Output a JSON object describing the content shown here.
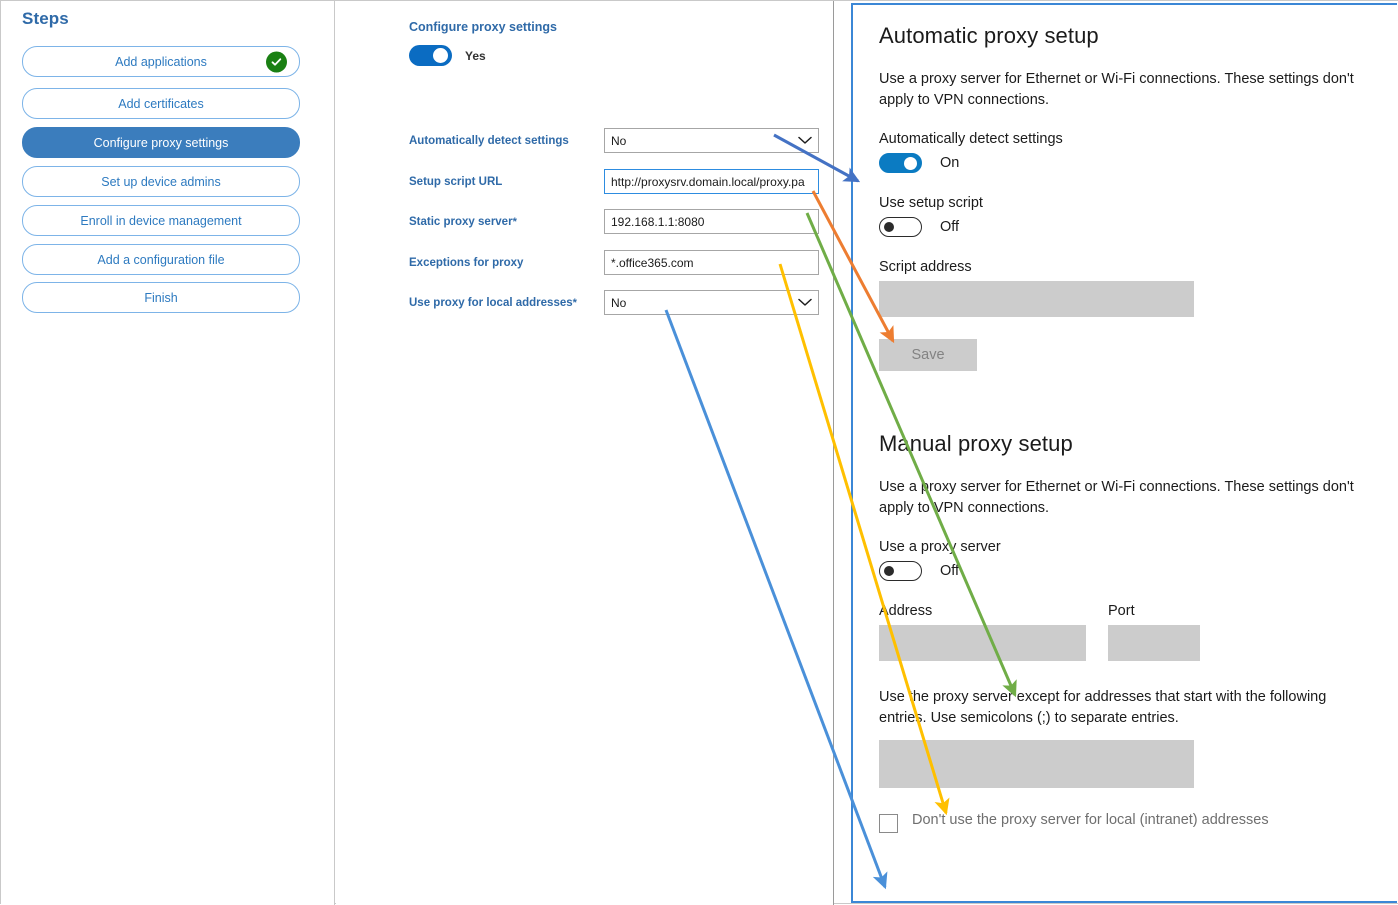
{
  "steps_panel": {
    "title": "Steps",
    "items": [
      {
        "label": "Add applications",
        "state": "completed",
        "icon": "check-circle-icon"
      },
      {
        "label": "Add certificates",
        "state": "default"
      },
      {
        "label": "Configure proxy settings",
        "state": "active"
      },
      {
        "label": "Set up device admins",
        "state": "default"
      },
      {
        "label": "Enroll in device management",
        "state": "default"
      },
      {
        "label": "Add a configuration file",
        "state": "default"
      },
      {
        "label": "Finish",
        "state": "default"
      }
    ]
  },
  "form": {
    "heading": "Configure proxy settings",
    "master_toggle": {
      "value": "Yes",
      "on": true
    },
    "fields": [
      {
        "label": "Automatically detect settings",
        "required": false,
        "type": "select",
        "value": "No",
        "icon": "chevron-down-icon"
      },
      {
        "label": "Setup script URL",
        "required": false,
        "type": "text",
        "value": "http://proxysrv.domain.local/proxy.pa",
        "focused": true
      },
      {
        "label": "Static proxy server",
        "required": true,
        "type": "text",
        "value": "192.168.1.1:8080"
      },
      {
        "label": "Exceptions for proxy",
        "required": false,
        "type": "text",
        "value": "*.office365.com"
      },
      {
        "label": "Use proxy for local addresses",
        "required": true,
        "type": "select",
        "value": "No",
        "icon": "chevron-down-icon"
      }
    ]
  },
  "windows_settings": {
    "automatic": {
      "heading": "Automatic proxy setup",
      "description": "Use a proxy server for Ethernet or Wi-Fi connections. These settings don't apply to VPN connections.",
      "auto_detect_label": "Automatically detect settings",
      "auto_detect_state": "On",
      "use_script_label": "Use setup script",
      "use_script_state": "Off",
      "script_address_label": "Script address",
      "script_address_value": "",
      "save_label": "Save"
    },
    "manual": {
      "heading": "Manual proxy setup",
      "description": "Use a proxy server for Ethernet or Wi-Fi connections. These settings don't apply to VPN connections.",
      "use_proxy_label": "Use a proxy server",
      "use_proxy_state": "Off",
      "address_label": "Address",
      "address_value": "",
      "port_label": "Port",
      "port_value": "",
      "exceptions_description": "Use the proxy server except for addresses that start with the following entries. Use semicolons (;) to separate entries.",
      "exceptions_value": "",
      "bypass_local_label": "Don't use the proxy server for local (intranet) addresses",
      "bypass_local_checked": false
    }
  },
  "annotations": {
    "arrows": [
      {
        "name": "automatically-detect-settings-arrow",
        "color": "#4472c4",
        "from_field": "Automatically detect settings",
        "to_target": "Automatically detect settings toggle"
      },
      {
        "name": "setup-script-url-arrow",
        "color": "#ed7d31",
        "from_field": "Setup script URL",
        "to_target": "Script address box"
      },
      {
        "name": "static-proxy-server-arrow",
        "color": "#70ad47",
        "from_field": "Static proxy server",
        "to_target": "Address box"
      },
      {
        "name": "exceptions-for-proxy-arrow",
        "color": "#ffc000",
        "from_field": "Exceptions for proxy",
        "to_target": "Exceptions box"
      },
      {
        "name": "use-proxy-local-addresses-arrow",
        "color": "#4a90d9",
        "from_field": "Use proxy for local addresses",
        "to_target": "Don't use the proxy server for local (intranet) addresses checkbox"
      }
    ]
  },
  "colors": {
    "brand_blue": "#2d7ac0",
    "active_step": "#3b7dbd",
    "toggle_on": "#0b7bc2",
    "success_green": "#1a8013",
    "field_gray": "#cccccc"
  }
}
